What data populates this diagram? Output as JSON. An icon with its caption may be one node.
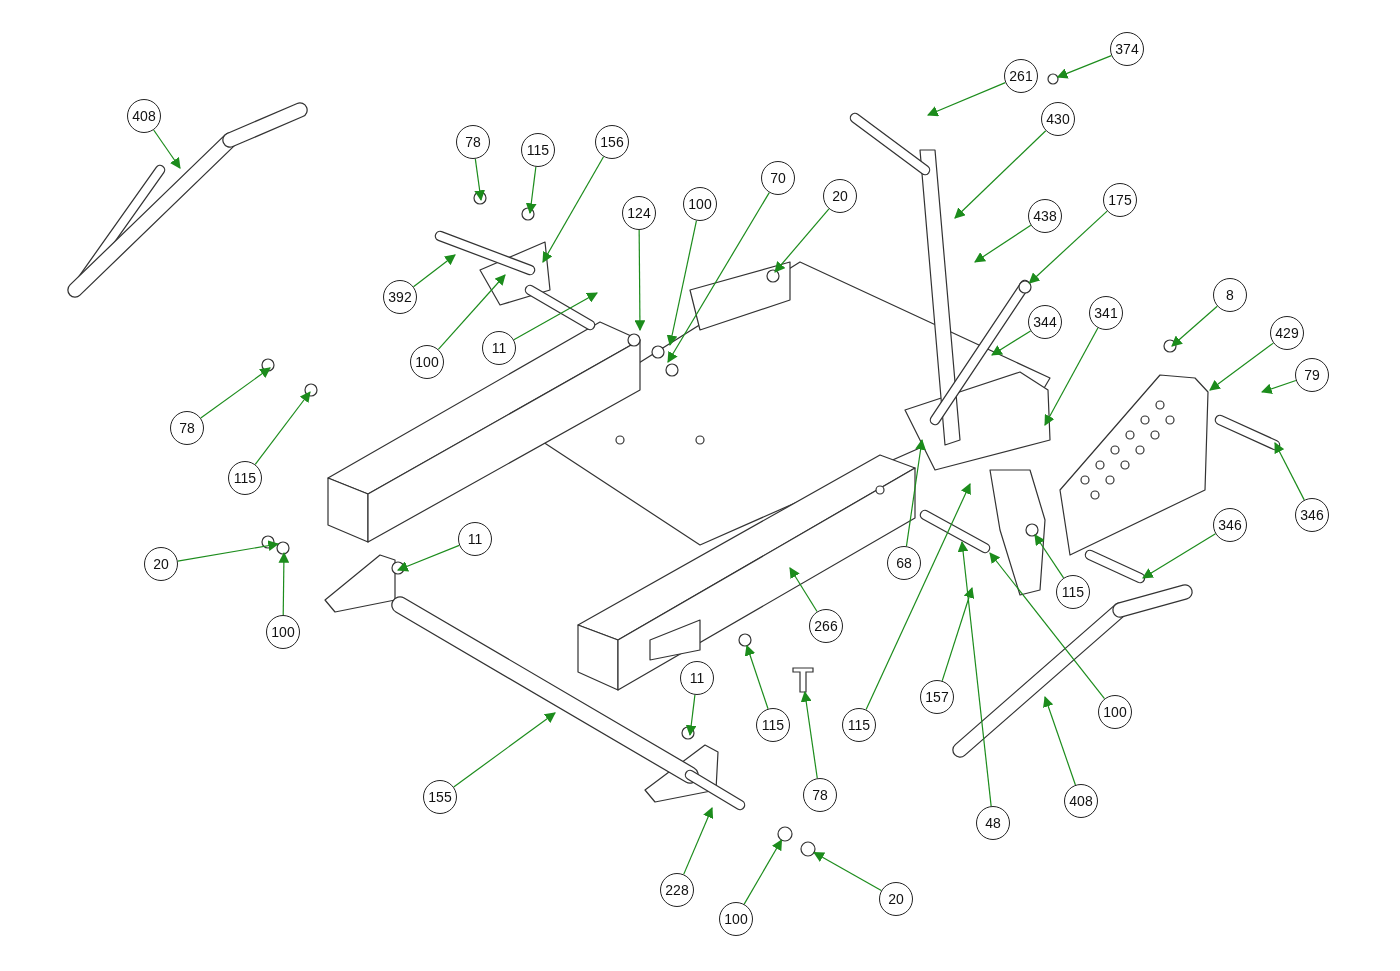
{
  "diagram": {
    "nodes": [
      {
        "text": [
          "374"
        ]
      },
      {
        "text": [
          "261"
        ]
      },
      {
        "text": [
          "408"
        ]
      },
      {
        "text": [
          "430"
        ]
      },
      {
        "text": [
          "78"
        ]
      },
      {
        "text": [
          "156"
        ]
      },
      {
        "text": [
          "115"
        ]
      },
      {
        "text": [
          "70"
        ]
      },
      {
        "text": [
          "20"
        ]
      },
      {
        "text": [
          "175"
        ]
      },
      {
        "text": [
          "100"
        ]
      },
      {
        "text": [
          "124"
        ]
      },
      {
        "text": [
          "438"
        ]
      },
      {
        "text": [
          "8"
        ]
      },
      {
        "text": [
          "392"
        ]
      },
      {
        "text": [
          "341"
        ]
      },
      {
        "text": [
          "344"
        ]
      },
      {
        "text": [
          "429"
        ]
      },
      {
        "text": [
          "11"
        ]
      },
      {
        "text": [
          "100"
        ]
      },
      {
        "text": [
          "79"
        ]
      },
      {
        "text": [
          "78"
        ]
      },
      {
        "text": [
          "115"
        ]
      },
      {
        "text": [
          "346"
        ]
      },
      {
        "text": [
          "346"
        ]
      },
      {
        "text": [
          "11"
        ]
      },
      {
        "text": [
          "68"
        ]
      },
      {
        "text": [
          "20"
        ]
      },
      {
        "text": [
          "115"
        ]
      },
      {
        "text": [
          "266"
        ]
      },
      {
        "text": [
          "100"
        ]
      },
      {
        "text": [
          "11"
        ]
      },
      {
        "text": [
          "157"
        ]
      },
      {
        "text": [
          "100"
        ]
      },
      {
        "text": [
          "115"
        ]
      },
      {
        "text": [
          "115"
        ]
      },
      {
        "text": [
          "78"
        ]
      },
      {
        "text": [
          "155"
        ]
      },
      {
        "text": [
          "408"
        ]
      },
      {
        "text": [
          "48"
        ]
      },
      {
        "text": [
          "228"
        ]
      },
      {
        "text": [
          "20"
        ]
      },
      {
        "text": [
          "100"
        ]
      },
      {
        "text": [],
        "shape": "circle"
      },
      {
        "text": [],
        "shape": "circle"
      },
      {
        "text": [],
        "shape": "circle"
      },
      {
        "text": [],
        "shape": "bolt"
      },
      {
        "text": [],
        "shape": "circle"
      },
      {
        "text": [],
        "shape": "circle"
      }
    ],
    "edges": [
      {
        "from": 0,
        "to": 43,
        "arrow": "to"
      },
      {
        "from": 1,
        "to": null,
        "arrow": "to"
      },
      {
        "from": 2,
        "to": null,
        "arrow": "to"
      },
      {
        "from": 3,
        "to": null,
        "arrow": "to"
      },
      {
        "from": 4,
        "to": null,
        "arrow": "to"
      },
      {
        "from": 5,
        "to": null,
        "arrow": "to"
      },
      {
        "from": 6,
        "to": null,
        "arrow": "to"
      },
      {
        "from": 7,
        "to": null,
        "arrow": "to"
      },
      {
        "from": 8,
        "to": null,
        "arrow": "to"
      },
      {
        "from": 9,
        "to": 44,
        "arrow": "to"
      },
      {
        "from": 10,
        "to": null,
        "arrow": "to"
      },
      {
        "from": 11,
        "to": null,
        "arrow": "to"
      },
      {
        "from": 12,
        "to": null,
        "arrow": "to"
      },
      {
        "from": 13,
        "to": null,
        "arrow": "to"
      },
      {
        "from": 14,
        "to": null,
        "arrow": "to"
      },
      {
        "from": 15,
        "to": null,
        "arrow": "to"
      },
      {
        "from": 16,
        "to": null,
        "arrow": "to"
      },
      {
        "from": 17,
        "to": null,
        "arrow": "to"
      },
      {
        "from": 18,
        "to": null,
        "arrow": "to"
      },
      {
        "from": 19,
        "to": null,
        "arrow": "to"
      },
      {
        "from": 20,
        "to": null,
        "arrow": "to"
      },
      {
        "from": 21,
        "to": null,
        "arrow": "to"
      },
      {
        "from": 22,
        "to": null,
        "arrow": "to"
      },
      {
        "from": 23,
        "to": null,
        "arrow": "to"
      },
      {
        "from": 24,
        "to": null,
        "arrow": "to"
      },
      {
        "from": 25,
        "to": null,
        "arrow": "to"
      },
      {
        "from": 26,
        "to": null,
        "arrow": "to"
      },
      {
        "from": 27,
        "to": null,
        "arrow": "to"
      },
      {
        "from": 28,
        "to": null,
        "arrow": "to"
      },
      {
        "from": 29,
        "to": null,
        "arrow": "to"
      },
      {
        "from": 30,
        "to": null,
        "arrow": "to"
      },
      {
        "from": 31,
        "to": null,
        "arrow": "to"
      },
      {
        "from": 32,
        "to": null,
        "arrow": "to"
      },
      {
        "from": 33,
        "to": null,
        "arrow": "to"
      },
      {
        "from": 34,
        "to": 45,
        "arrow": "to"
      },
      {
        "from": 35,
        "to": null,
        "arrow": "to"
      },
      {
        "from": 36,
        "to": 46,
        "arrow": "to"
      },
      {
        "from": 37,
        "to": null,
        "arrow": "to"
      },
      {
        "from": 38,
        "to": null,
        "arrow": "to"
      },
      {
        "from": 39,
        "to": null,
        "arrow": "to"
      },
      {
        "from": 40,
        "to": null,
        "arrow": "to"
      },
      {
        "from": 41,
        "to": 47,
        "arrow": "to"
      },
      {
        "from": 42,
        "to": 48,
        "arrow": "to"
      }
    ]
  }
}
